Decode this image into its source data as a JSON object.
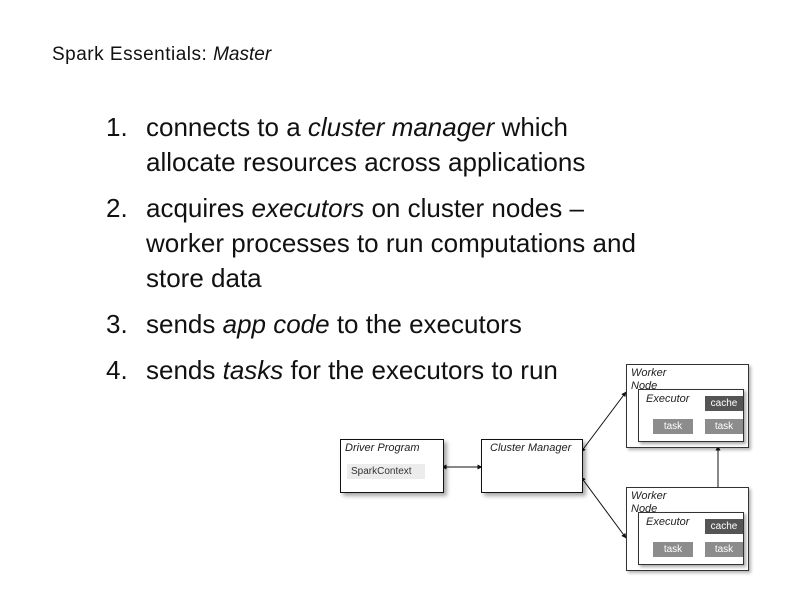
{
  "slide": {
    "title_main": "Spark Essentials:",
    "title_em": "Master"
  },
  "list": [
    {
      "num": "1.",
      "pre": "connects to a ",
      "em": "cluster manager",
      "post": " which allocate resources across applications"
    },
    {
      "num": "2.",
      "pre": "acquires ",
      "em": "executors",
      "post": " on cluster nodes – worker processes to run computations and store data"
    },
    {
      "num": "3.",
      "pre": "sends ",
      "em": "app code",
      "post": " to the executors"
    },
    {
      "num": "4.",
      "pre": "sends ",
      "em": "tasks",
      "post": " for the executors to run"
    }
  ],
  "diagram": {
    "driver_label": "Driver Program",
    "spark_context": "SparkContext",
    "cluster_manager_label": "Cluster Manager",
    "workers": [
      {
        "label": "Worker Node",
        "executor": "Executor",
        "cache": "cache",
        "task1": "task",
        "task2": "task"
      },
      {
        "label": "Worker Node",
        "executor": "Executor",
        "cache": "cache",
        "task1": "task",
        "task2": "task"
      }
    ]
  }
}
